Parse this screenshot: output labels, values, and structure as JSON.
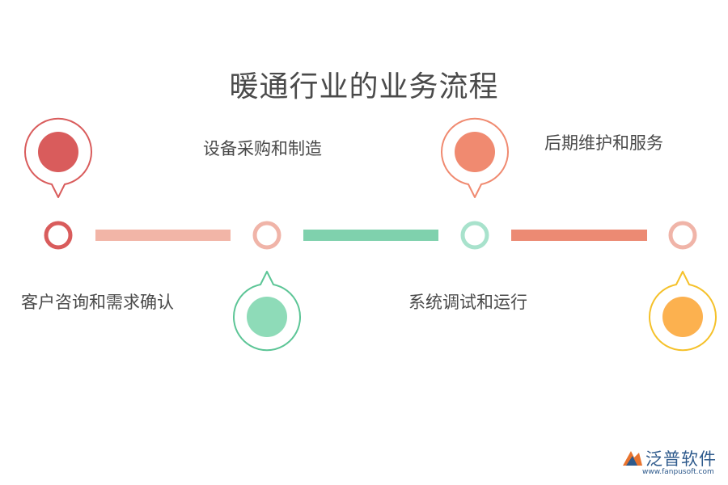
{
  "title": "暖通行业的业务流程",
  "steps": [
    {
      "label": "客户咨询和需求确认",
      "color": "#d95c5c",
      "ring_color": "#d95c5c"
    },
    {
      "label": "设备采购和制造",
      "color": "#8edbb8",
      "ring_color": "#5cc596"
    },
    {
      "label": "系统调试和运行",
      "color": "#f08a70",
      "ring_color": "#f08a70"
    },
    {
      "label": "后期维护和服务",
      "color": "#fcb14f",
      "ring_color": "#f5c12a"
    }
  ],
  "timeline_nodes": [
    {
      "color": "#d95c5c"
    },
    {
      "color": "#f0b4a8"
    },
    {
      "color": "#a8e2cc"
    },
    {
      "color": "#f0b4a8"
    }
  ],
  "connectors": [
    {
      "color": "#f2b5a7"
    },
    {
      "color": "#7fd1ad"
    },
    {
      "color": "#ec8a73"
    }
  ],
  "logo": {
    "name": "泛普软件",
    "url": "www.fanpusoft.com"
  }
}
